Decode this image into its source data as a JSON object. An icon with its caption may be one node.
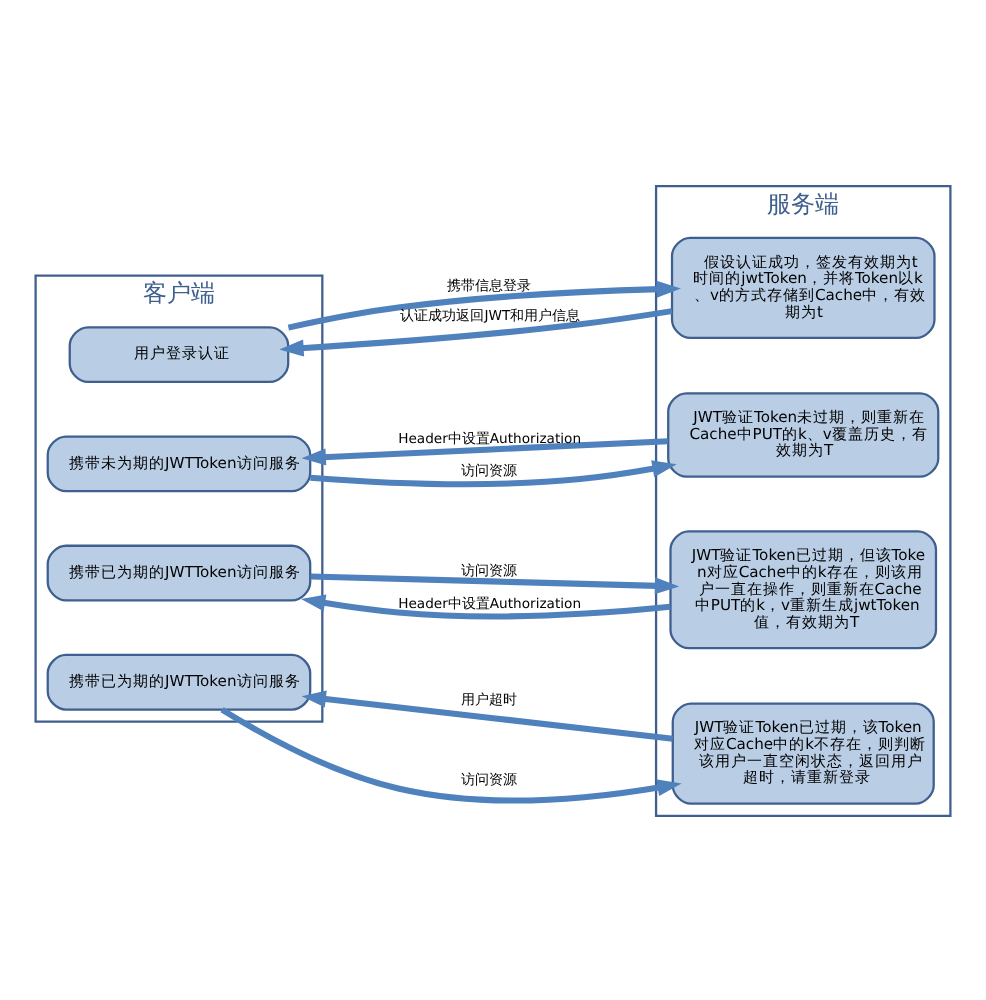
{
  "diagram": {
    "nodes": [
      {
        "text": [
          "客户端"
        ]
      },
      {
        "text": [
          "用户登录认证"
        ],
        "in": 0
      },
      {
        "text": [
          "携带未为期的JWTToken访问服务"
        ],
        "in": 0
      },
      {
        "text": [
          "携带已为期的JWTToken访问服务"
        ],
        "in": 0
      },
      {
        "text": [
          "携带已为期的JWTToken访问服务"
        ],
        "in": 0
      },
      {
        "text": [
          "服务端"
        ]
      },
      {
        "text": [
          "假设认证成功，签发有效期为t时间的jwtToken，并将Token以k、v的方式存储到Cache中，有效期为t"
        ],
        "in": 5
      },
      {
        "text": [
          "JWT验证Token未过期，则重新在Cache中PUT的k、v覆盖历史，有效期为T"
        ],
        "in": 5
      },
      {
        "text": [
          "JWT验证Token已过期，但该Token对应Cache中的k存在，则该用户一直在操作，则重新在Cache中PUT的k，v重新生成jwtToken值，有效期为T"
        ],
        "in": 5
      },
      {
        "text": [
          "JWT验证Token已过期，该Token对应Cache中的k不存在，则判断该用户一直空闲状态，返回用户超时，请重新登录"
        ],
        "in": 5
      }
    ],
    "edges": [
      {
        "from": 1,
        "to": 6,
        "arrow": "to",
        "label": "携带信息登录"
      },
      {
        "from": 6,
        "to": 1,
        "arrow": "to",
        "label": "认证成功返回JWT和用户信息"
      },
      {
        "from": 2,
        "to": 7,
        "arrow": "to",
        "label": "访问资源"
      },
      {
        "from": 7,
        "to": 2,
        "arrow": "to",
        "label": "Header中设置Authorization"
      },
      {
        "from": 3,
        "to": 8,
        "arrow": "to",
        "label": "访问资源"
      },
      {
        "from": 8,
        "to": 3,
        "arrow": "to",
        "label": "Header中设置Authorization"
      },
      {
        "from": 4,
        "to": 9,
        "arrow": "to",
        "label": "访问资源"
      },
      {
        "from": 9,
        "to": 4,
        "arrow": "to",
        "label": "用户超时"
      }
    ]
  }
}
